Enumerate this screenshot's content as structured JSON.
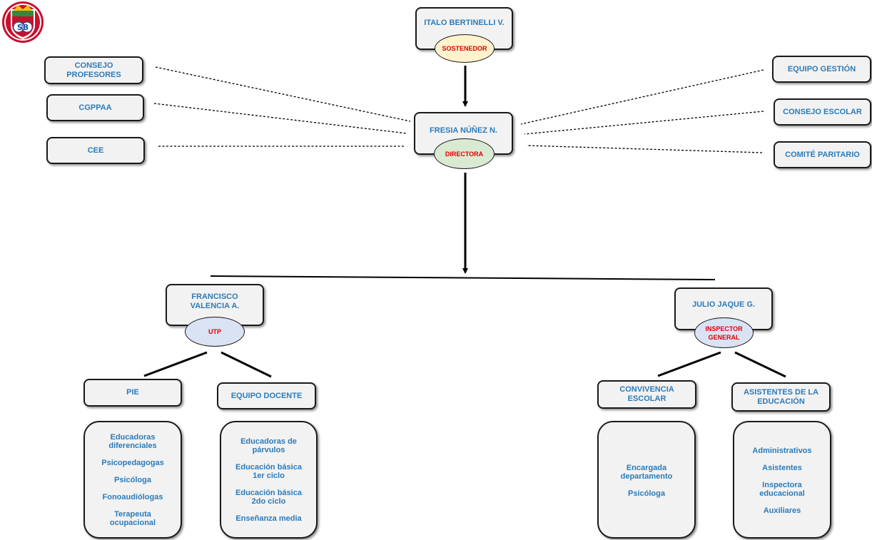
{
  "colors": {
    "box_text": "#2b7bba",
    "role_text": "#e00000",
    "box_fill": "#f2f2f2",
    "sostenedor_fill": "#fff2cc",
    "directora_fill": "#d9ead3",
    "utp_fill": "#dae3f3",
    "inspector_fill": "#dae3f3"
  },
  "logo": {
    "icon": "school-crest-icon",
    "letters": "SB"
  },
  "sostenedor": {
    "name": "ITALO BERTINELLI V.",
    "role": "SOSTENEDOR"
  },
  "directora": {
    "name": "FRESIA NÚÑEZ N.",
    "role": "DIRECTORA"
  },
  "left_bodies": [
    {
      "label": "CONSEJO\nPROFESORES"
    },
    {
      "label": "CGPPAA"
    },
    {
      "label": "CEE"
    }
  ],
  "right_bodies": [
    {
      "label": "EQUIPO GESTIÓN"
    },
    {
      "label": "CONSEJO ESCOLAR"
    },
    {
      "label": "COMITÉ PARITARIO"
    }
  ],
  "utp": {
    "name": "FRANCISCO\nVALENCIA A.",
    "role": "UTP"
  },
  "inspector": {
    "name": "JULIO JAQUE G.",
    "role": "INSPECTOR\nGENERAL"
  },
  "units": {
    "pie": "PIE",
    "docente": "EQUIPO DOCENTE",
    "convivencia": "CONVIVENCIA\nESCOLAR",
    "asistentes": "ASISTENTES DE LA\nEDUCACIÓN"
  },
  "lists": {
    "pie": [
      "Educadoras\ndiferenciales",
      "Psicopedagogas",
      "Psicóloga",
      "Fonoaudiólogas",
      "Terapeuta\nocupacional"
    ],
    "docente": [
      "Educadoras de\npárvulos",
      "Educación básica\n1er ciclo",
      "Educación básica\n2do ciclo",
      "Enseñanza media"
    ],
    "convivencia": [
      "Encargada\ndepartamento",
      "Psicóloga"
    ],
    "asistentes": [
      "Administrativos",
      "Asistentes",
      "Inspectora\neducacional",
      "Auxiliares"
    ]
  }
}
